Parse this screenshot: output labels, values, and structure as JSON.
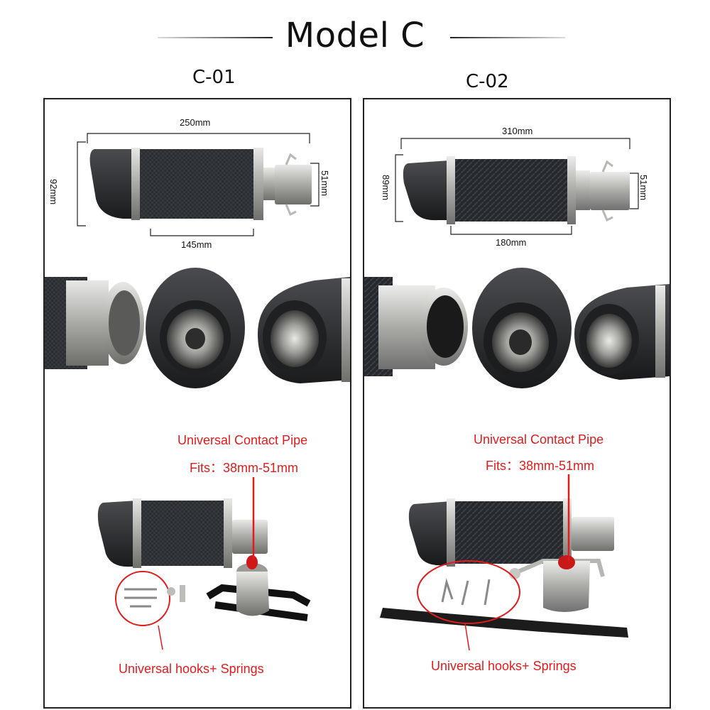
{
  "header": {
    "title": "Model C"
  },
  "models": [
    {
      "name": "C-01",
      "length": "250mm",
      "height": "92mm",
      "inlet": "51mm",
      "body": "145mm",
      "pipe_title": "Universal Contact Pipe",
      "pipe_fits": "Fits：38mm-51mm",
      "hooks": "Universal hooks+ Springs"
    },
    {
      "name": "C-02",
      "length": "310mm",
      "height": "89mm",
      "inlet": "51mm",
      "body": "180mm",
      "pipe_title": "Universal Contact Pipe",
      "pipe_fits": "Fits：38mm-51mm",
      "hooks": "Universal hooks+ Springs"
    }
  ],
  "colors": {
    "accent_red": "#e01c1c",
    "frame": "#222222",
    "carbon": "#2a2c30",
    "steel": "#c7c7c4"
  }
}
